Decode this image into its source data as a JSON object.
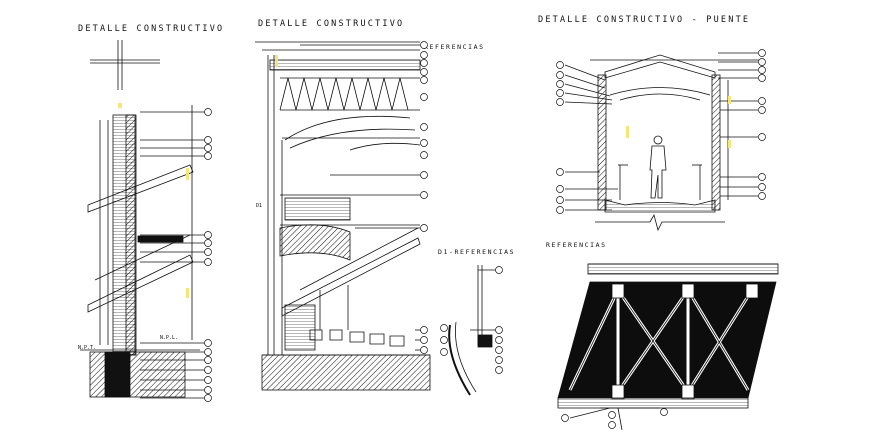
{
  "titles": {
    "detail_1": "DETALLE  CONSTRUCTIVO",
    "detail_2": "DETALLE  CONSTRUCTIVO",
    "detail_3": "DETALLE  CONSTRUCTIVO - PUENTE"
  },
  "subtitles": {
    "referencias_top": "REFERENCIAS",
    "d1_referencias": "D1-REFERENCIAS",
    "referencias_bridge": "REFERENCIAS"
  },
  "labels": {
    "npt": "N.P.T.",
    "npl": "N.P.L.",
    "d1": "D1"
  },
  "colors": {
    "line": "#111111",
    "accent": "#f5e67a",
    "fill_dark": "#0d0d0d"
  }
}
